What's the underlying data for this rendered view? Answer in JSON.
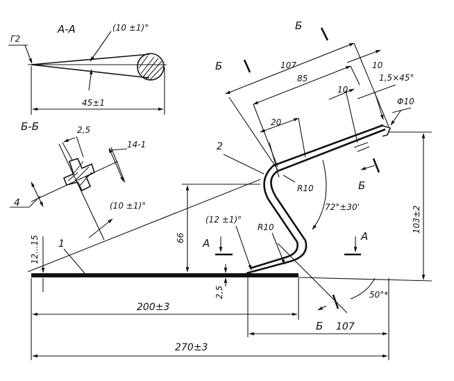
{
  "sections": {
    "aa_title": "А-А",
    "bb_title": "Б-Б",
    "a_left": "А",
    "a_right": "А",
    "b_top_left": "Б",
    "b_top_right": "Б",
    "b_mid": "Б",
    "b_bottom": "Б"
  },
  "callouts": {
    "part1": "1",
    "part2": "2",
    "part4": "4"
  },
  "dims": {
    "r2": "Г2",
    "angle_aa": "(10 ±1)°",
    "len_aa": "45±1",
    "thick_bb": "2,5",
    "width_bb": "14-1",
    "angle_bb": "(10 ±1)°",
    "d107_top": "107",
    "d85": "85",
    "d10_top": "10",
    "d10_inner": "10",
    "chamfer": "1,5×45°",
    "dia10": "Φ10",
    "d20": "20",
    "r10_upper": "R10",
    "angle_72": "72°±30'",
    "h103": "103±2",
    "h66": "66",
    "angle_12": "(12 ±1)°",
    "r10_lower": "R10",
    "h12": "12...15",
    "t25": "2,5",
    "angle_50": "50°*",
    "d107_bottom": "107",
    "l200": "200±3",
    "l270": "270±3"
  }
}
